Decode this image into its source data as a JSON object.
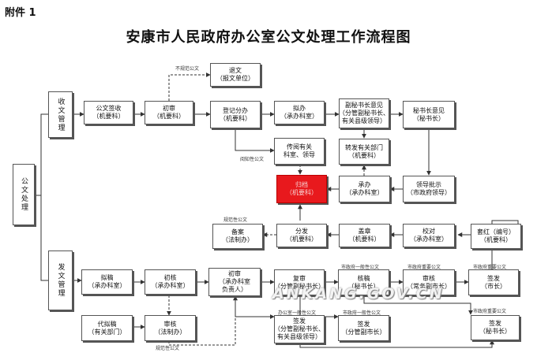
{
  "attachment": "附件 1",
  "title": "安康市人民政府办公室公文处理工作流程图",
  "watermark": "ANKANG.GOV.CN",
  "left": {
    "root": "公文处理",
    "receive": "收文管理",
    "issue": "发文管理"
  },
  "receive": {
    "tuiwen": [
      "退文",
      "（报文单位）"
    ],
    "qianshou": [
      "公文签收",
      "（机要科）"
    ],
    "chushen": [
      "初审",
      "（机要科）"
    ],
    "dengji": [
      "登记分办",
      "（机要科）"
    ],
    "niban": [
      "拟办",
      "（承办科室）"
    ],
    "fumishu": [
      "副秘书长意见",
      "（分管副秘书长、",
      "有关县级领导）"
    ],
    "mishuzhang": [
      "秘书长意见",
      "（秘书长）"
    ],
    "chuanyue": [
      "传阅有关",
      "科室、领导"
    ],
    "zhuanfa": [
      "转发有关部门",
      "（机要科）"
    ],
    "guidang": [
      "归档",
      "（机要科）"
    ],
    "chengban": [
      "承办",
      "（承办科室）"
    ],
    "lingdao": [
      "领导批示",
      "（市政府领导）"
    ]
  },
  "issue": {
    "beian": [
      "备案",
      "（法制办）"
    ],
    "fenfa": [
      "分发",
      "（机要科）"
    ],
    "gaizhang": [
      "盖章",
      "（机要科）"
    ],
    "jiaodui": [
      "校对",
      "（承办科室）"
    ],
    "taohong": [
      "套红（编号）",
      "（机要科）"
    ],
    "nigao": [
      "拟稿",
      "（承办科室）"
    ],
    "chuhe": [
      "初核",
      "（承办科室）"
    ],
    "chushen2": [
      "初审",
      "（承办科室",
      "负责人）"
    ],
    "fushen": [
      "复审",
      "（分管副秘书长）"
    ],
    "hegao": [
      "核稿",
      "（秘书长）"
    ],
    "shenhe": [
      "审核",
      "（常务副市长）"
    ],
    "qianfa_shi": [
      "签发",
      "（市长）"
    ],
    "daini": [
      "代拟稿",
      "（有关部门）"
    ],
    "shenhe_fz": [
      "审核",
      "（法制办）"
    ],
    "qianfa_fu": [
      "签发",
      "（分管副秘书长、",
      "有关县级领导）"
    ],
    "qianfa_fushi": [
      "签发",
      "（分管副市长）"
    ],
    "qianfa_ms": [
      "签发",
      "（秘书长）"
    ]
  },
  "labels": {
    "buhegui": "不规范公文",
    "yuezhi": "阅知性公文",
    "guifan1": "规范性公文",
    "guifan2": "规范性公文",
    "szf_yb": "市政府一般性公文",
    "szf_zy1": "市政府重要公文",
    "szf_zy2": "市政府重要公文",
    "szf_zy3": "市政府重要公文",
    "szf_yb2": "市政府一般性公文",
    "bgs_yb": "办公室一般性公文"
  },
  "colors": {
    "line": "#333333",
    "box_border": "#555555",
    "guidang_fill": "#e8191d"
  }
}
